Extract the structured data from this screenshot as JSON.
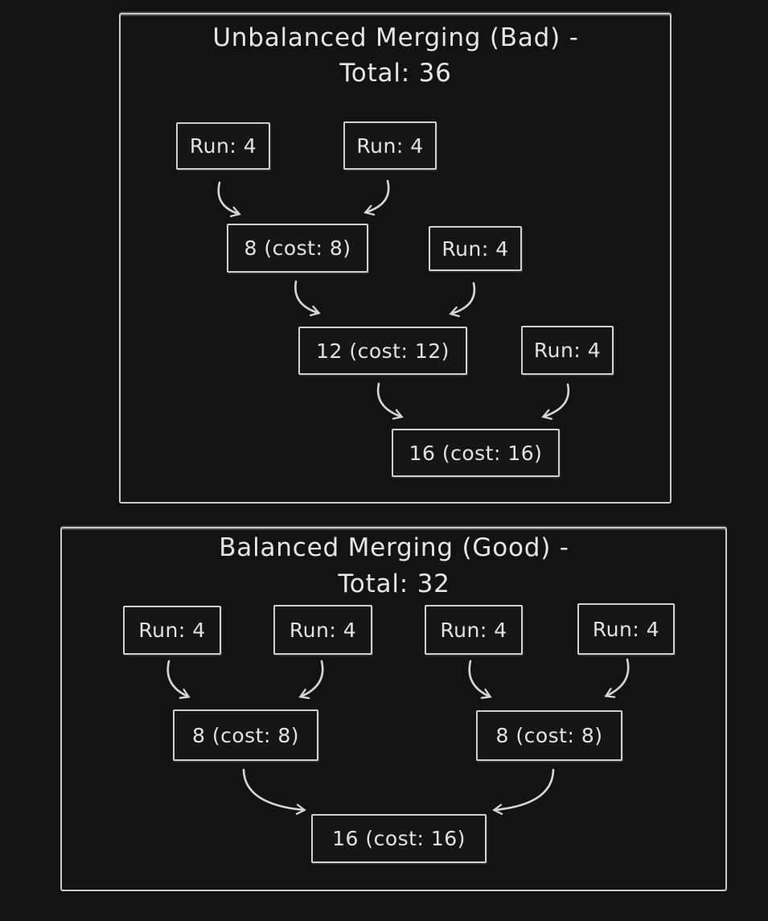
{
  "diagram": {
    "background_color": "#131313",
    "stroke_color": "#d0d0d0",
    "text_color": "#e3e3e3",
    "panels": [
      {
        "id": "unbalanced",
        "title": "Unbalanced Merging (Bad) -",
        "subtitle": "Total: 36",
        "total": 36,
        "nodes": [
          {
            "id": "run-a",
            "label": "Run: 4"
          },
          {
            "id": "run-b",
            "label": "Run: 4"
          },
          {
            "id": "merge-8",
            "label": "8 (cost: 8)"
          },
          {
            "id": "run-c",
            "label": "Run: 4"
          },
          {
            "id": "merge-12",
            "label": "12 (cost: 12)"
          },
          {
            "id": "run-d",
            "label": "Run: 4"
          },
          {
            "id": "merge-16",
            "label": "16 (cost: 16)"
          }
        ],
        "edges": [
          {
            "from": "run-a",
            "to": "merge-8"
          },
          {
            "from": "run-b",
            "to": "merge-8"
          },
          {
            "from": "merge-8",
            "to": "merge-12"
          },
          {
            "from": "run-c",
            "to": "merge-12"
          },
          {
            "from": "merge-12",
            "to": "merge-16"
          },
          {
            "from": "run-d",
            "to": "merge-16"
          }
        ]
      },
      {
        "id": "balanced",
        "title": "Balanced Merging (Good) -",
        "subtitle": "Total: 32",
        "total": 32,
        "nodes": [
          {
            "id": "run-1",
            "label": "Run: 4"
          },
          {
            "id": "run-2",
            "label": "Run: 4"
          },
          {
            "id": "run-3",
            "label": "Run: 4"
          },
          {
            "id": "run-4",
            "label": "Run: 4"
          },
          {
            "id": "merge-8-left",
            "label": "8 (cost: 8)"
          },
          {
            "id": "merge-8-right",
            "label": "8 (cost: 8)"
          },
          {
            "id": "merge-16",
            "label": "16 (cost: 16)"
          }
        ],
        "edges": [
          {
            "from": "run-1",
            "to": "merge-8-left"
          },
          {
            "from": "run-2",
            "to": "merge-8-left"
          },
          {
            "from": "run-3",
            "to": "merge-8-right"
          },
          {
            "from": "run-4",
            "to": "merge-8-right"
          },
          {
            "from": "merge-8-left",
            "to": "merge-16"
          },
          {
            "from": "merge-8-right",
            "to": "merge-16"
          }
        ]
      }
    ]
  }
}
